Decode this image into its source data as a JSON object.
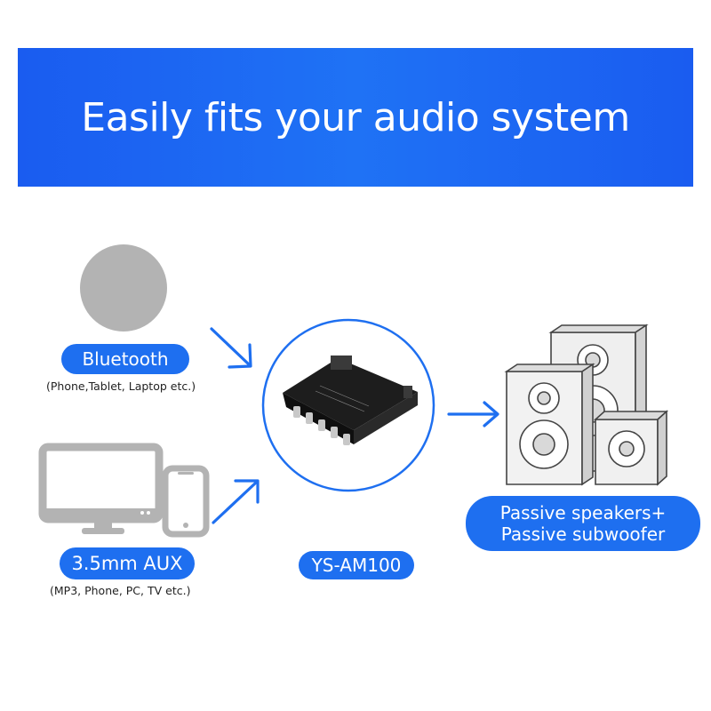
{
  "header": {
    "title": "Easily fits your audio system"
  },
  "inputs": {
    "bluetooth": {
      "label": "Bluetooth",
      "caption": "(Phone,Tablet, Laptop etc.)"
    },
    "aux": {
      "label": "3.5mm AUX",
      "caption": "(MP3, Phone, PC, TV etc.)"
    }
  },
  "device": {
    "model": "YS-AM100"
  },
  "output": {
    "line1": "Passive speakers+",
    "line2": "Passive subwoofer"
  },
  "colors": {
    "accent": "#1e6ff0",
    "icon_gray": "#b3b3b3"
  },
  "icons": [
    "bluetooth-placeholder-icon",
    "monitor-icon",
    "smartphone-icon",
    "speakers-icon",
    "arrow-icon"
  ]
}
